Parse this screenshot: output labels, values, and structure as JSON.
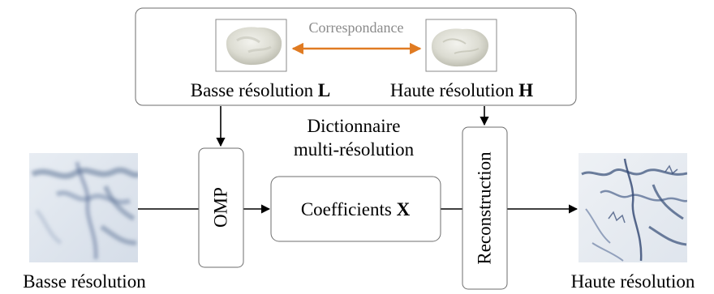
{
  "dictionary": {
    "correspondance_label": "Correspondance",
    "low_res_label": "Basse résolution",
    "low_res_symbol": "L",
    "high_res_label": "Haute résolution",
    "high_res_symbol": "H",
    "caption_line1": "Dictionnaire",
    "caption_line2": "multi-résolution"
  },
  "pipeline": {
    "omp_label": "OMP",
    "coefficients_label": "Coefficients",
    "coefficients_symbol": "X",
    "reconstruction_label": "Reconstruction"
  },
  "input": {
    "label": "Basse résolution"
  },
  "output": {
    "label": "Haute résolution"
  },
  "colors": {
    "correspondance_arrow": "#e07b22",
    "correspondance_text": "#8a8a8a",
    "box_stroke": "#6e6e6e",
    "terrain_shade": "#5d7396"
  }
}
